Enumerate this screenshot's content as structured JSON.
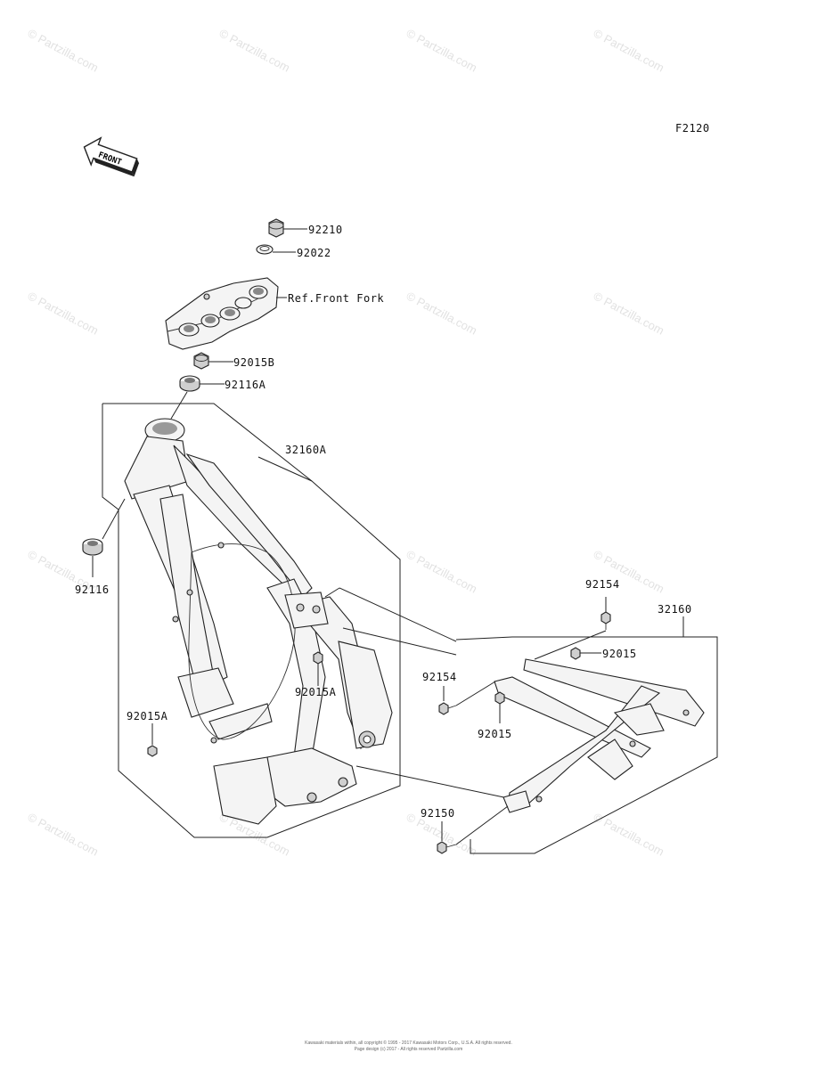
{
  "diagram_code": "F2120",
  "front_label": "FRONT",
  "watermark": "© Partzilla.com",
  "parts": {
    "nut_top": "92210",
    "washer_top": "92022",
    "ref_front_fork": "Ref.Front Fork",
    "nut_92015B": "92015B",
    "bearing_92116A": "92116A",
    "frame_32160A": "32160A",
    "bearing_92116": "92116",
    "bolt_92015A_right": "92015A",
    "bolt_92015A_left": "92015A",
    "bolt_92154_top": "92154",
    "subframe_32160": "32160",
    "bolt_92015_top": "92015",
    "bolt_92154_mid": "92154",
    "bolt_92015_mid": "92015",
    "bolt_92150": "92150"
  },
  "footer": {
    "line1": "Kawasaki materials within, all copyright © 1995 - 2017 Kawasaki Motors Corp., U.S.A. All rights reserved.",
    "line2": "Page design (c) 2017 - All rights reserved Partzilla.com"
  }
}
